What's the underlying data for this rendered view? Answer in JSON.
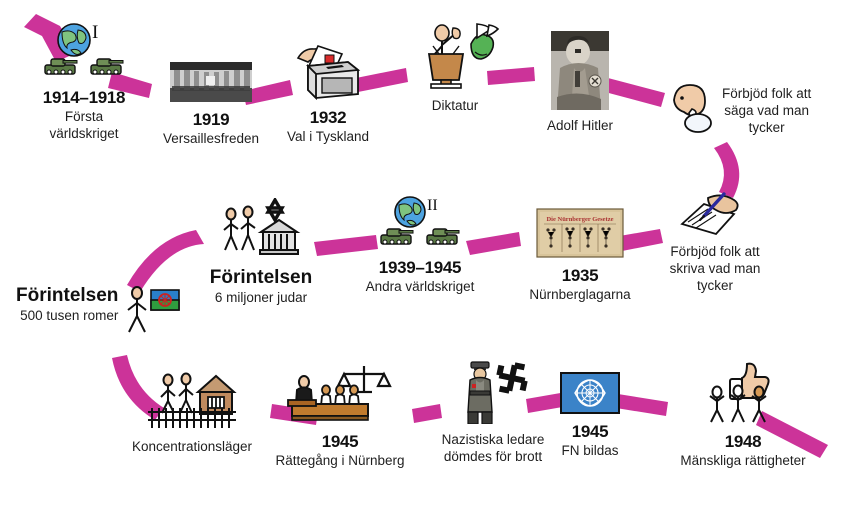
{
  "meta": {
    "title": "Tidslinje – Andra världskriget och Förintelsen",
    "language": "sv",
    "background_color": "#ffffff",
    "arrow_color": "#cc3399",
    "text_color": "#1a1a1a"
  },
  "nodes": {
    "wwi": {
      "date": "1914–1918",
      "caption": "Första\nvärldskriget",
      "roman_numeral": "I",
      "icon": "globe-with-tanks-icon"
    },
    "versailles": {
      "date": "1919",
      "caption": "Versaillesfreden",
      "icon": "hall-of-mirrors-photo"
    },
    "election": {
      "date": "1932",
      "caption": "Val i Tyskland",
      "icon": "ballot-box-icon"
    },
    "dictatorship": {
      "label": "Diktatur",
      "icon": "speaker-podium-crowd-icon"
    },
    "hitler": {
      "label": "Adolf Hitler",
      "icon": "adolf-hitler-photo"
    },
    "banned_speech": {
      "label": "Förbjöd folk att\nsäga vad man\ntycker",
      "icon": "speaking-head-icon"
    },
    "banned_writing": {
      "label": "Förbjöd folk att\nskriva vad man\ntycker",
      "icon": "writing-hand-icon"
    },
    "nuremberg_laws": {
      "date": "1935",
      "caption": "Nürnberglagarna",
      "icon": "nuremberg-laws-chart"
    },
    "wwii": {
      "date": "1939–1945",
      "caption": "Andra världskriget",
      "roman_numeral": "II",
      "icon": "globe-with-tanks-icon"
    },
    "holocaust_jews": {
      "title": "Förintelsen",
      "caption": "6 miljoner judar",
      "icon": "jewish-people-synagogue-icon"
    },
    "holocaust_roma": {
      "title": "Förintelsen",
      "caption": "500 tusen romer",
      "icon": "roma-person-flag-icon"
    },
    "camps": {
      "label": "Koncentrationsläger",
      "icon": "concentration-camp-icon"
    },
    "trial": {
      "date": "1945",
      "caption": "Rättegång i Nürnberg",
      "icon": "courtroom-scales-icon"
    },
    "convicted": {
      "label": "Nazistiska ledare\ndömdes för brott",
      "icon": "nazi-officer-swastika-icon"
    },
    "un": {
      "date": "1945",
      "caption": "FN bildas",
      "icon": "united-nations-flag-icon"
    },
    "human_rights": {
      "date": "1948",
      "caption": "Mänskliga rättigheter",
      "icon": "thumbs-up-people-icon"
    }
  }
}
